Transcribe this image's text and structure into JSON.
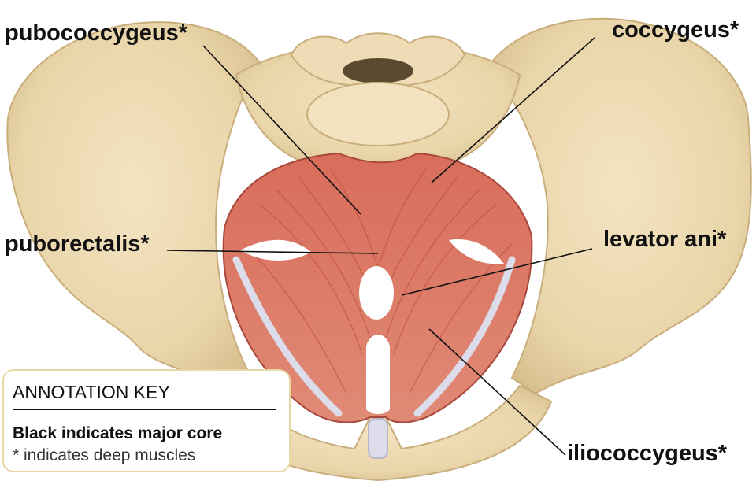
{
  "labels": {
    "pubococcygeus": "pubococcygeus*",
    "coccygeus": "coccygeus*",
    "puborectalis": "puborectalis*",
    "levator_ani": "levator ani*",
    "iliococcygeus": "iliococcygeus*"
  },
  "annotation_key": {
    "title": "ANNOTATION KEY",
    "line1": "Black indicates major core",
    "line2": "* indicates deep muscles"
  },
  "colors": {
    "bone": "#ecd9b0",
    "bone_shadow": "#cdb585",
    "muscle": "#d9705e",
    "muscle_dark": "#b5473a",
    "tendon": "#dcdcea",
    "leader_line": "#111111",
    "key_border": "#e7d6a6"
  }
}
